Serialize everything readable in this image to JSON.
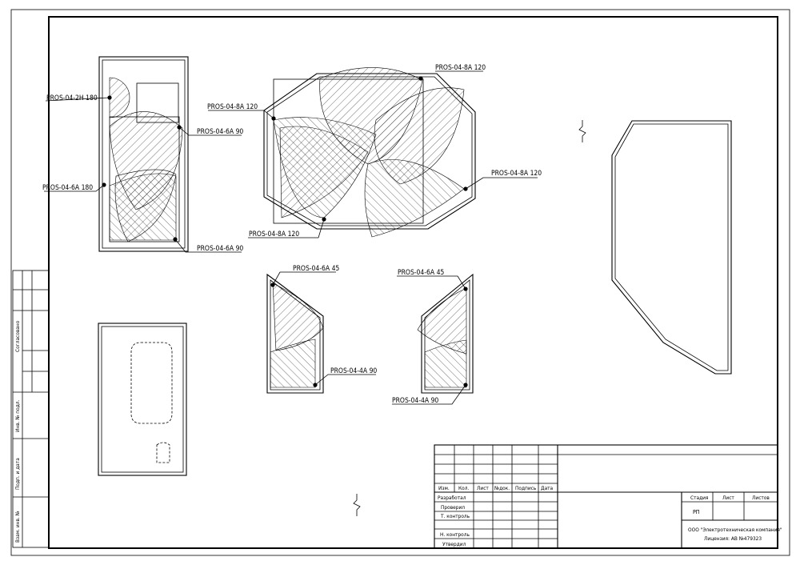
{
  "labels": {
    "l1": "PROS-04-2H 180",
    "l2": "PROS-04-6A 90",
    "l3": "PROS-04-6A 180",
    "l4": "PROS-04-6A 90",
    "l5": "PROS-04-8A 120",
    "l6": "PROS-04-8A 120",
    "l7": "PROS-04-8A 120",
    "l8": "PROS-04-8A 120",
    "l9": "PROS-04-6A 45",
    "l10": "PROS-04-4A 90",
    "l11": "PROS-04-6A 45",
    "l12": "PROS-04-4A 90"
  },
  "side_stamp": {
    "agreed": "Согласовано",
    "inv_no_sub": "Инв. № подл.",
    "sign_date": "Подп. и дата",
    "inv_no_dup": "Взам. инв. №"
  },
  "title_block": {
    "col_headers": [
      "Изм.",
      "Кол.",
      "Лист",
      "№док.",
      "Подпись",
      "Дата"
    ],
    "roles": [
      "Разработал",
      "Проверил",
      "Т. контроль",
      "",
      "Н. контроль",
      "Утвердил"
    ],
    "stage_header": "Стадия",
    "sheet_header": "Лист",
    "sheets_header": "Листов",
    "stage_value": "РП",
    "company_line1": "ООО \"Электротехническая компания\"",
    "company_line2": "Лицензия: АВ №479323"
  }
}
